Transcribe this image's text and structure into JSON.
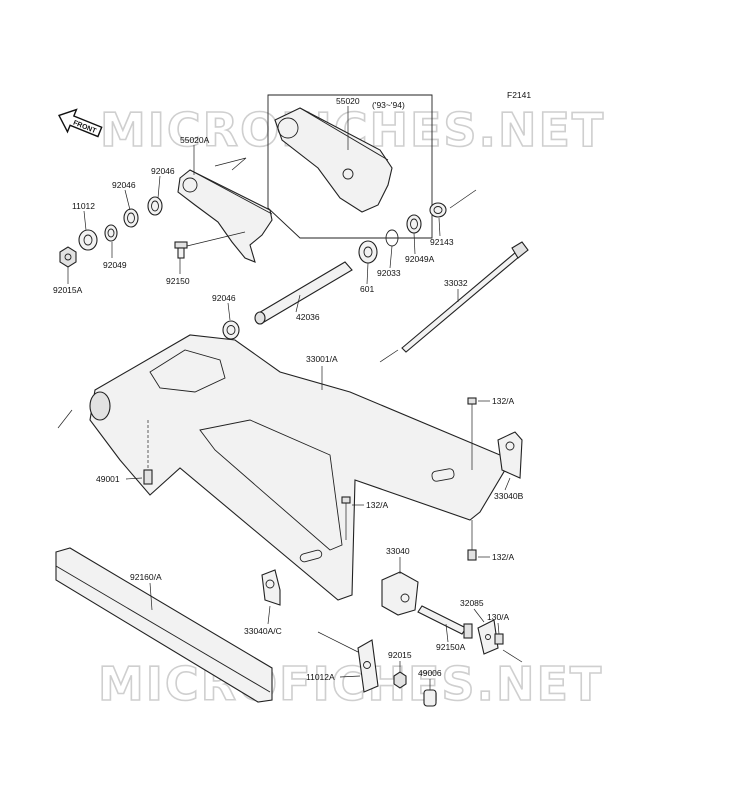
{
  "figure_code": "F2141",
  "front_label": "FRONT",
  "watermark": "MICROFICHES.NET",
  "year_note": "('93~'94)",
  "labels": {
    "p55020": "55020",
    "p55020A": "55020A",
    "p92046a": "92046",
    "p92046b": "92046",
    "p92046c": "92046",
    "p11012": "11012",
    "p92049": "92049",
    "p92015A": "92015A",
    "p92150": "92150",
    "p92143": "92143",
    "p92049A": "92049A",
    "p92033": "92033",
    "p601": "601",
    "p42036": "42036",
    "p33032": "33032",
    "p33001A": "33001/A",
    "p132Aa": "132/A",
    "p132Ab": "132/A",
    "p132Ac": "132/A",
    "p49001": "49001",
    "p33040B": "33040B",
    "p33040": "33040",
    "p92160A": "92160/A",
    "p33040AC": "33040A/C",
    "p32085": "32085",
    "p130A": "130/A",
    "p92150A": "92150A",
    "p92015": "92015",
    "p11012A": "11012A",
    "p49006": "49006"
  }
}
